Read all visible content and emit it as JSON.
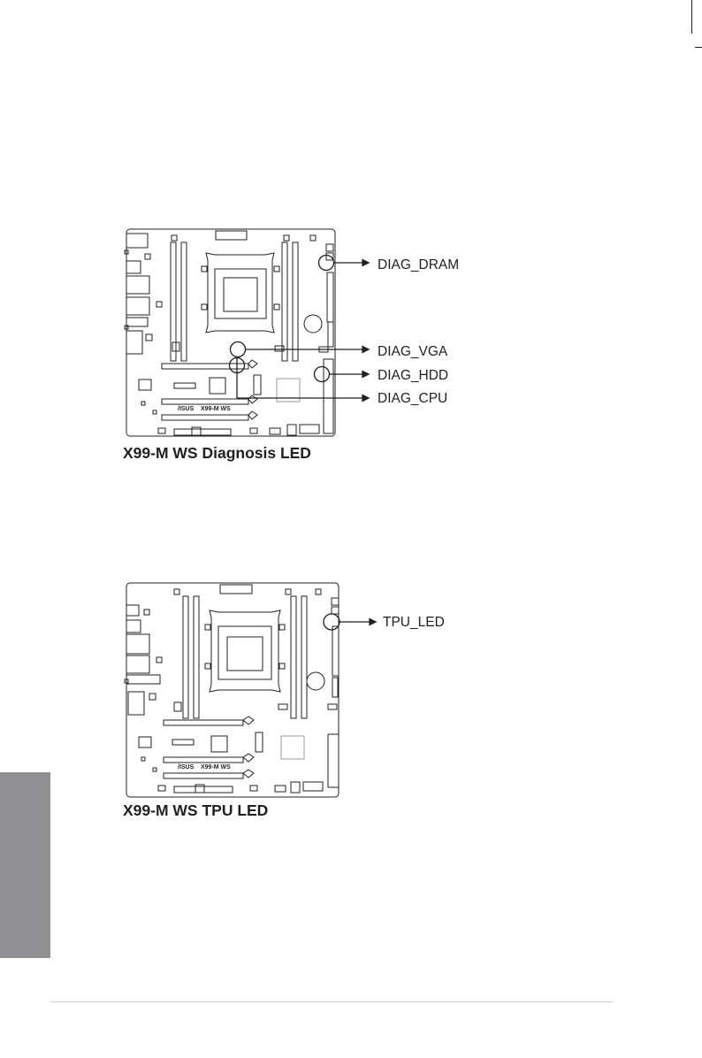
{
  "figures": [
    {
      "board_label": "X99-M WS",
      "brand": "/ISUS",
      "caption": "X99-M WS Diagnosis LED",
      "callouts": [
        "DIAG_DRAM",
        "DIAG_VGA",
        "DIAG_HDD",
        "DIAG_CPU"
      ]
    },
    {
      "board_label": "X99-M WS",
      "brand": "/ISUS",
      "caption": "X99-M WS TPU LED",
      "callouts": [
        "TPU_LED"
      ]
    }
  ]
}
